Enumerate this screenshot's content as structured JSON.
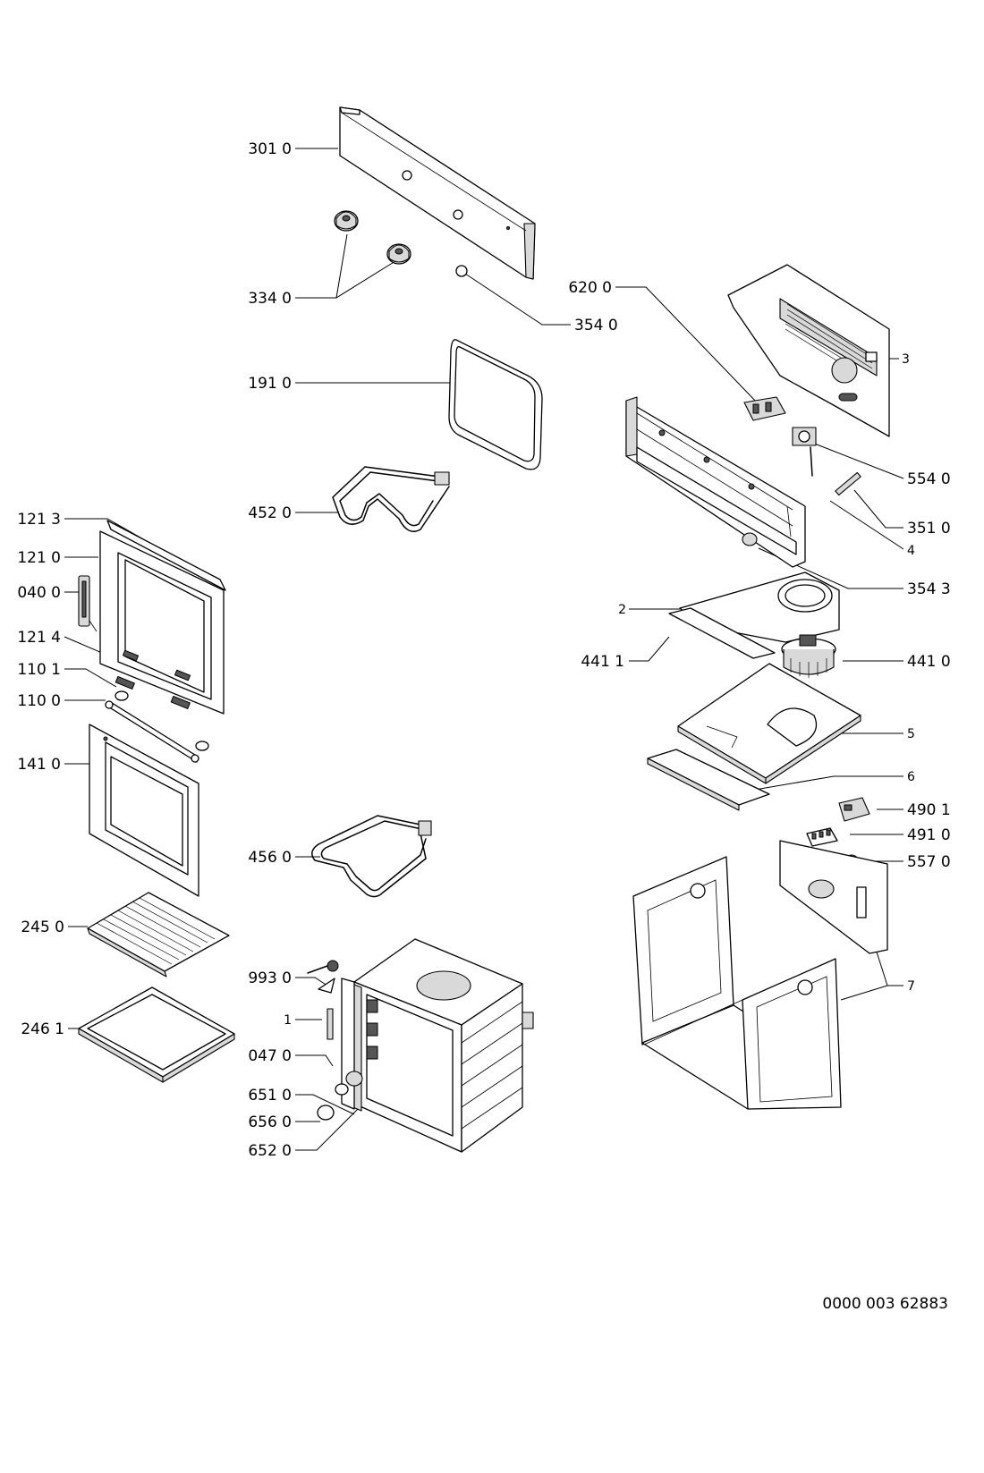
{
  "labels": [
    {
      "id": "l3010",
      "text": "301 0"
    },
    {
      "id": "l3340",
      "text": "334 0"
    },
    {
      "id": "l3540",
      "text": "354 0"
    },
    {
      "id": "l1910",
      "text": "191 0"
    },
    {
      "id": "l4520",
      "text": "452 0"
    },
    {
      "id": "l6200",
      "text": "620 0"
    },
    {
      "id": "l3",
      "text": "3"
    },
    {
      "id": "l5540",
      "text": "554 0"
    },
    {
      "id": "l3510",
      "text": "351 0"
    },
    {
      "id": "l4",
      "text": "4"
    },
    {
      "id": "l3543",
      "text": "354 3"
    },
    {
      "id": "l1213",
      "text": "121 3"
    },
    {
      "id": "l1210",
      "text": "121 0"
    },
    {
      "id": "l0400",
      "text": "040 0"
    },
    {
      "id": "l1214",
      "text": "121 4"
    },
    {
      "id": "l1101",
      "text": "110 1"
    },
    {
      "id": "l1100",
      "text": "110 0"
    },
    {
      "id": "l1410",
      "text": "141 0"
    },
    {
      "id": "l2",
      "text": "2"
    },
    {
      "id": "l4411",
      "text": "441 1"
    },
    {
      "id": "l4410",
      "text": "441 0"
    },
    {
      "id": "l5",
      "text": "5"
    },
    {
      "id": "l6",
      "text": "6"
    },
    {
      "id": "l4901",
      "text": "490 1"
    },
    {
      "id": "l4910",
      "text": "491 0"
    },
    {
      "id": "l5570",
      "text": "557 0"
    },
    {
      "id": "l4560",
      "text": "456 0"
    },
    {
      "id": "l2450",
      "text": "245 0"
    },
    {
      "id": "l2461",
      "text": "246 1"
    },
    {
      "id": "l9930",
      "text": "993 0"
    },
    {
      "id": "l1",
      "text": "1"
    },
    {
      "id": "l0470",
      "text": "047 0"
    },
    {
      "id": "l6510",
      "text": "651 0"
    },
    {
      "id": "l6560",
      "text": "656 0"
    },
    {
      "id": "l6520",
      "text": "652 0"
    },
    {
      "id": "l7",
      "text": "7"
    }
  ],
  "drawing_number": "0000 003 62883"
}
